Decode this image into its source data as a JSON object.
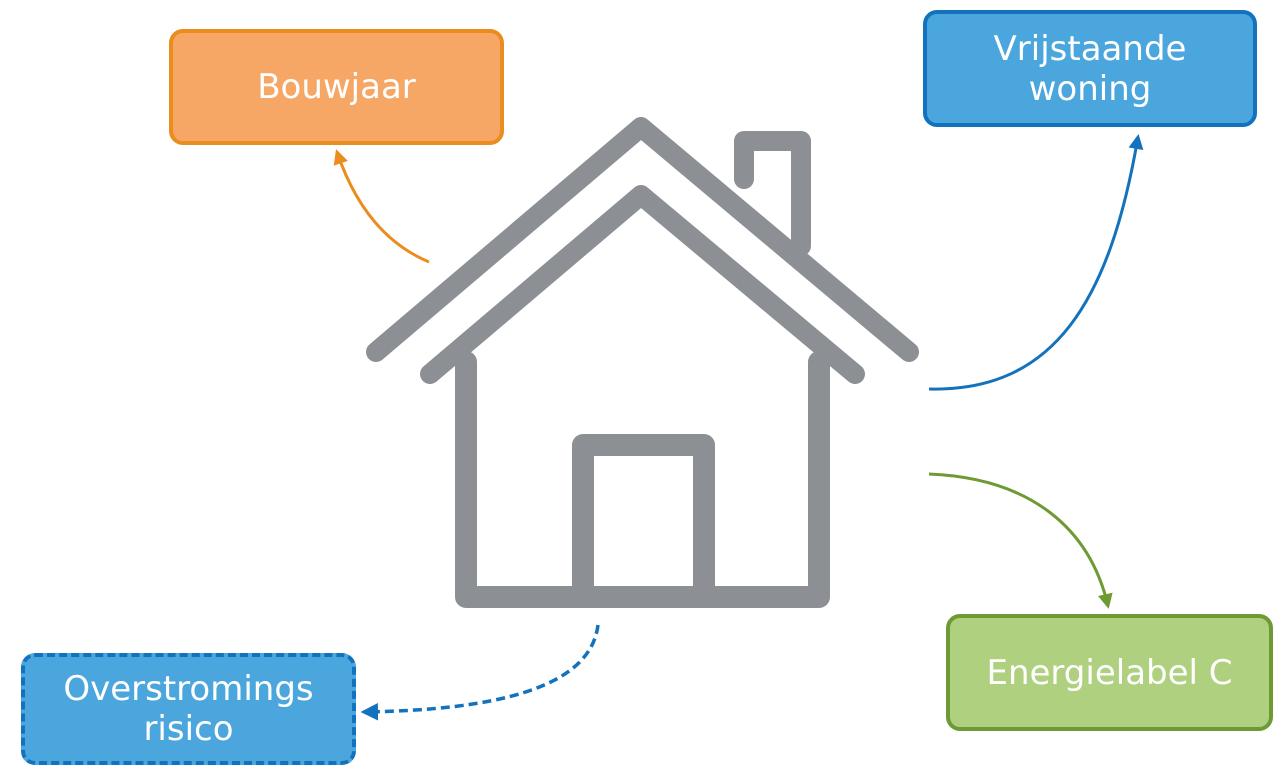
{
  "labels": {
    "bouwjaar": "Bouwjaar",
    "vrijstaande_line1": "Vrijstaande",
    "vrijstaande_line2": "woning",
    "energielabel": "Energielabel C",
    "overstroming_line1": "Overstromings",
    "overstroming_line2": "risico"
  },
  "colors": {
    "house": "#8c9094",
    "orange": "#ea8c1e",
    "orange_fill": "#f7a765",
    "blue": "#1272bd",
    "blue_fill": "#4aa6dc",
    "green": "#6e9a34",
    "green_fill": "#afd07f"
  },
  "icons": [
    "house-icon",
    "chimney-icon",
    "door-icon"
  ]
}
